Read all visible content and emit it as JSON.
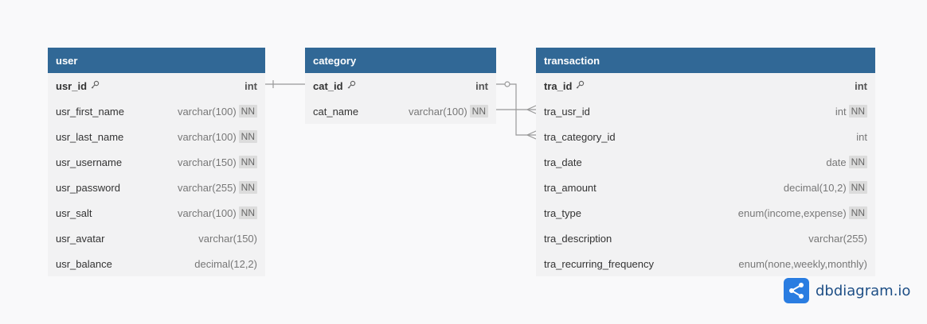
{
  "tables": [
    {
      "name": "user",
      "fields": [
        {
          "name": "usr_id",
          "type": "int",
          "pk": true,
          "nn": false
        },
        {
          "name": "usr_first_name",
          "type": "varchar(100)",
          "pk": false,
          "nn": true
        },
        {
          "name": "usr_last_name",
          "type": "varchar(100)",
          "pk": false,
          "nn": true
        },
        {
          "name": "usr_username",
          "type": "varchar(150)",
          "pk": false,
          "nn": true
        },
        {
          "name": "usr_password",
          "type": "varchar(255)",
          "pk": false,
          "nn": true
        },
        {
          "name": "usr_salt",
          "type": "varchar(100)",
          "pk": false,
          "nn": true
        },
        {
          "name": "usr_avatar",
          "type": "varchar(150)",
          "pk": false,
          "nn": false
        },
        {
          "name": "usr_balance",
          "type": "decimal(12,2)",
          "pk": false,
          "nn": false
        }
      ]
    },
    {
      "name": "category",
      "fields": [
        {
          "name": "cat_id",
          "type": "int",
          "pk": true,
          "nn": false
        },
        {
          "name": "cat_name",
          "type": "varchar(100)",
          "pk": false,
          "nn": true
        }
      ]
    },
    {
      "name": "transaction",
      "fields": [
        {
          "name": "tra_id",
          "type": "int",
          "pk": true,
          "nn": false
        },
        {
          "name": "tra_usr_id",
          "type": "int",
          "pk": false,
          "nn": true
        },
        {
          "name": "tra_category_id",
          "type": "int",
          "pk": false,
          "nn": false
        },
        {
          "name": "tra_date",
          "type": "date",
          "pk": false,
          "nn": true
        },
        {
          "name": "tra_amount",
          "type": "decimal(10,2)",
          "pk": false,
          "nn": true
        },
        {
          "name": "tra_type",
          "type": "enum(income,expense)",
          "pk": false,
          "nn": true
        },
        {
          "name": "tra_description",
          "type": "varchar(255)",
          "pk": false,
          "nn": false
        },
        {
          "name": "tra_recurring_frequency",
          "type": "enum(none,weekly,monthly)",
          "pk": false,
          "nn": false
        }
      ]
    }
  ],
  "nn_label": "NN",
  "brand": {
    "name": "dbdiagram.io",
    "color": "#2a7de1"
  },
  "colors": {
    "header": "#316896",
    "body": "#f2f2f3",
    "line": "#999999"
  }
}
